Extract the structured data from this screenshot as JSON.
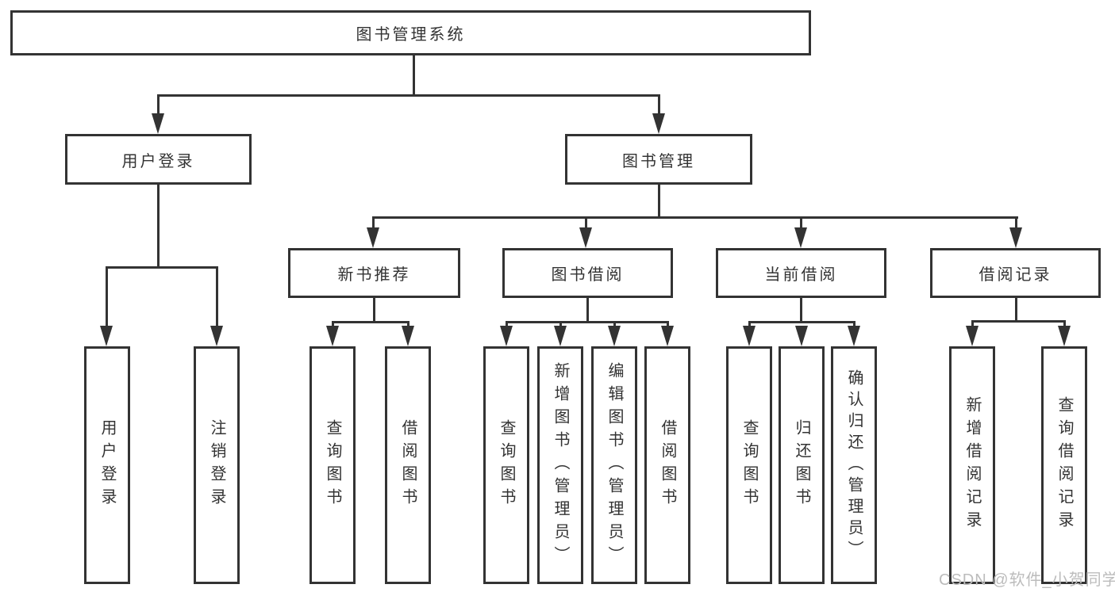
{
  "diagram": {
    "title": "图书管理系统",
    "root": {
      "label": "图书管理系统"
    },
    "level2": [
      {
        "id": "user-login",
        "label": "用户登录"
      },
      {
        "id": "book-management",
        "label": "图书管理"
      }
    ],
    "level3": [
      {
        "id": "new-book-recommend",
        "label": "新书推荐"
      },
      {
        "id": "book-borrow",
        "label": "图书借阅"
      },
      {
        "id": "current-borrow",
        "label": "当前借阅"
      },
      {
        "id": "borrow-records",
        "label": "借阅记录"
      }
    ],
    "leaves": [
      {
        "id": "user-login",
        "parent": "用户登录",
        "label": "用户登录"
      },
      {
        "id": "logout",
        "parent": "用户登录",
        "label": "注销登录"
      },
      {
        "id": "query-books-1",
        "parent": "新书推荐",
        "label": "查询图书"
      },
      {
        "id": "borrow-books-1",
        "parent": "新书推荐",
        "label": "借阅图书"
      },
      {
        "id": "query-books-2",
        "parent": "图书借阅",
        "label": "查询图书"
      },
      {
        "id": "add-book-admin",
        "parent": "图书借阅",
        "label": "新增图书（管理员）"
      },
      {
        "id": "edit-book-admin",
        "parent": "图书借阅",
        "label": "编辑图书（管理员）"
      },
      {
        "id": "borrow-books-2",
        "parent": "图书借阅",
        "label": "借阅图书"
      },
      {
        "id": "query-books-3",
        "parent": "当前借阅",
        "label": "查询图书"
      },
      {
        "id": "return-book",
        "parent": "当前借阅",
        "label": "归还图书"
      },
      {
        "id": "confirm-return-admin",
        "parent": "当前借阅",
        "label": "确认归还（管理员）"
      },
      {
        "id": "add-borrow-record",
        "parent": "借阅记录",
        "label": "新增借阅记录"
      },
      {
        "id": "query-borrow-record",
        "parent": "借阅记录",
        "label": "查询借阅记录"
      }
    ]
  },
  "watermark": {
    "text": "CSDN @软件_小贺同学"
  },
  "colors": {
    "line": "#333333",
    "text": "#333333",
    "background": "#ffffff",
    "watermark": "#bcbcbc"
  }
}
